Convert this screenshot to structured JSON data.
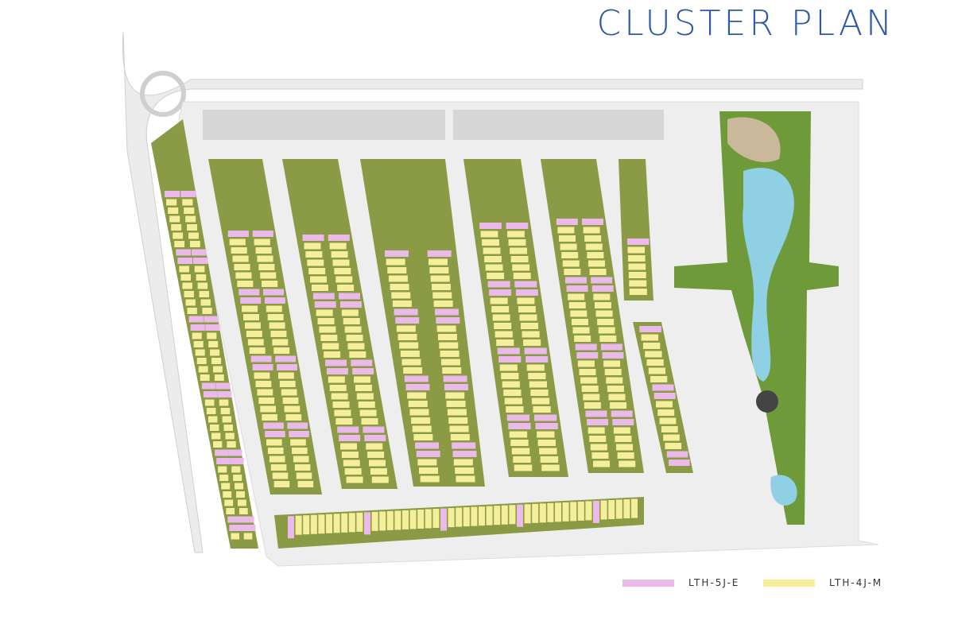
{
  "title": "CLUSTER PLAN",
  "legend": [
    {
      "label": "LTH-5J-E",
      "color": "#ebb9ea"
    },
    {
      "label": "LTH-4J-M",
      "color": "#f5ef9c"
    }
  ],
  "colors": {
    "road": "#e4e4e4",
    "green": "#8a9a45",
    "park": "#6f9a3a",
    "water": "#8fd0e4"
  }
}
